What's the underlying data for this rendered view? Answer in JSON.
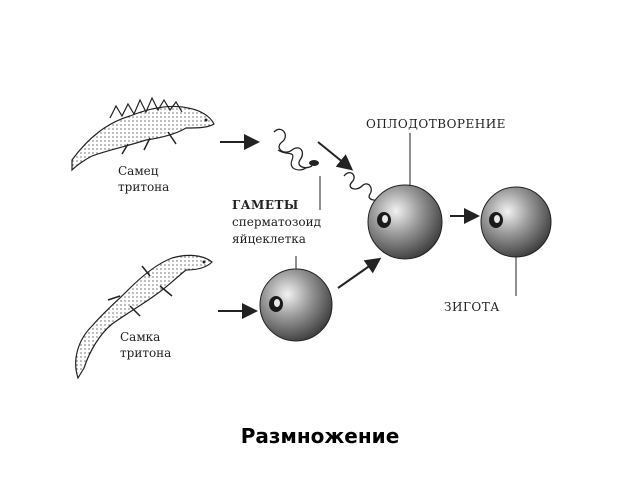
{
  "labels": {
    "male_newt_line1": "Самец",
    "male_newt_line2": "тритона",
    "female_newt_line1": "Самка",
    "female_newt_line2": "тритона",
    "gametes": "ГАМЕТЫ",
    "sperm": "сперматозоид",
    "egg": "яйцеклетка",
    "fertilization": "ОПЛОДОТВОРЕНИЕ",
    "zygote": "ЗИГОТА"
  },
  "caption": "Размножение",
  "colors": {
    "ink": "#222222",
    "cell_light": "#f2f2f2",
    "cell_dark": "#3a3a3a",
    "background": "#ffffff"
  },
  "icons": [
    "male-newt-icon",
    "female-newt-icon",
    "sperm-icon",
    "egg-cell-icon",
    "zygote-cell-icon",
    "arrow-icon"
  ]
}
